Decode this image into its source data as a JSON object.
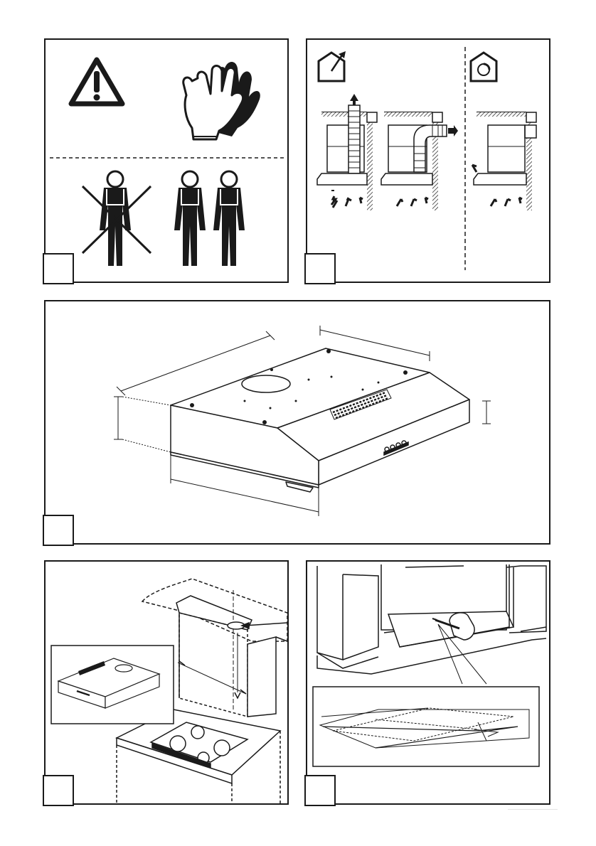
{
  "page": {
    "panels": [
      {
        "id": 1,
        "topic": "safety",
        "icons": [
          "warning-triangle-icon",
          "protective-gloves-icon",
          "one-person-crossed-icon",
          "two-persons-icon"
        ]
      },
      {
        "id": 2,
        "topic": "operating-modes",
        "icons": [
          "extraction-house-icon",
          "recirculation-house-icon"
        ],
        "variants": [
          "extraction-vertical",
          "extraction-rear",
          "recirculation"
        ]
      },
      {
        "id": 3,
        "topic": "hood-dimensions",
        "icons": [
          "cooker-hood-icon",
          "dimension-arrows-icon"
        ]
      },
      {
        "id": 4,
        "topic": "installation-position",
        "icons": [
          "cabinet-icon",
          "hob-icon",
          "hood-inset-icon"
        ]
      },
      {
        "id": 5,
        "topic": "marking-mounting",
        "icons": [
          "hand-pencil-icon",
          "template-detail-icon"
        ]
      }
    ],
    "colors": {
      "ink": "#1a1a1a",
      "paper": "#ffffff",
      "hatch": "#333333"
    }
  }
}
